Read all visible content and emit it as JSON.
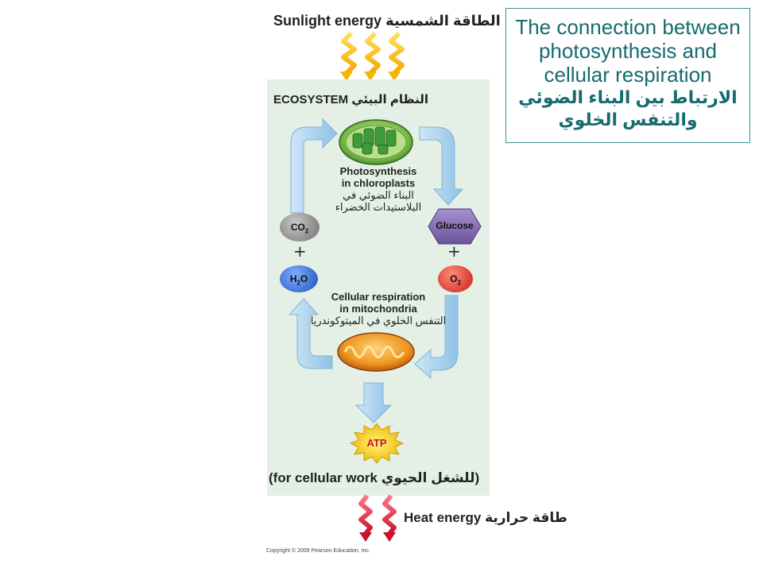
{
  "sunlight": {
    "en": "Sunlight energy",
    "ar": "الطاقة الشمسية"
  },
  "title": {
    "line1": "The connection between",
    "line2": "photosynthesis and",
    "line3": "cellular respiration",
    "ar1": "الارتباط بين البناء الضوئي",
    "ar2": "والتنفس الخلوي"
  },
  "ecosystem": {
    "en": "ECOSYSTEM",
    "ar": "النظام البيئي"
  },
  "photosynthesis": {
    "en1": "Photosynthesis",
    "en2": "in chloroplasts",
    "ar1": "البناء الضوئي في",
    "ar2": "البلاستيدات الخضراء"
  },
  "molecules": {
    "co2_base": "CO",
    "co2_sub": "2",
    "glucose": "Glucose",
    "h2o_a": "H",
    "h2o_sub": "2",
    "h2o_b": "O",
    "o2_base": "O",
    "o2_sub": "2",
    "plus": "+"
  },
  "respiration": {
    "en1": "Cellular respiration",
    "en2": "in mitochondria",
    "ar": "التنفس الخلوي في الميتوكوندريا"
  },
  "atp": "ATP",
  "work": {
    "open": "(for cellular work ",
    "ar": "للشغل الحيوي",
    "close": ")"
  },
  "heat": {
    "en": "Heat energy",
    "ar": "طاقة حرارية"
  },
  "copyright": "Copyright © 2009 Pearson Education, Inc.",
  "colors": {
    "title_teal": "#156b70",
    "panel_green": "#e4f0e6",
    "arrow_blue": "#a9d3ee",
    "sunlight_yellow": "#f2c200",
    "heat_red": "#e0263a",
    "co2_gray": "#8a8a8a",
    "glucose_purple": "#7c65a8",
    "h2o_blue": "#2f6fd6",
    "o2_red": "#e0261e",
    "atp_yellow": "#f5d000"
  }
}
